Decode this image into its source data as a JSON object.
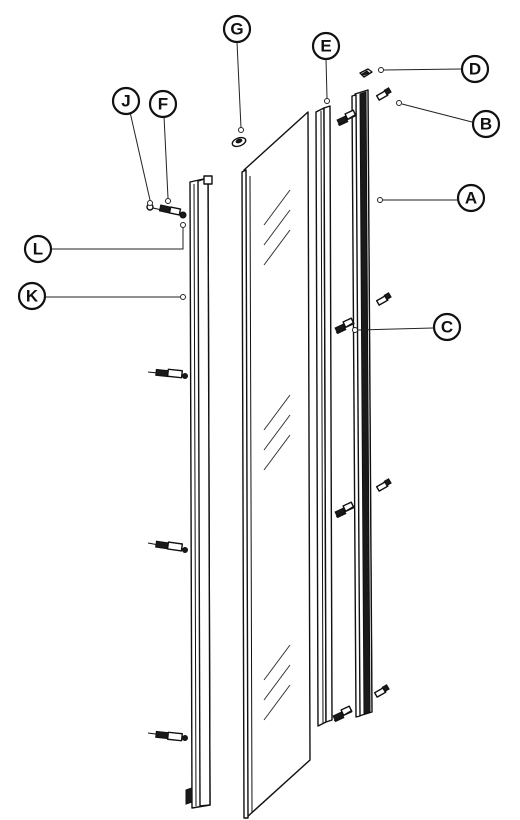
{
  "callouts": {
    "G": "G",
    "E": "E",
    "D": "D",
    "B": "B",
    "J": "J",
    "F": "F",
    "A": "A",
    "L": "L",
    "K": "K",
    "C": "C"
  }
}
